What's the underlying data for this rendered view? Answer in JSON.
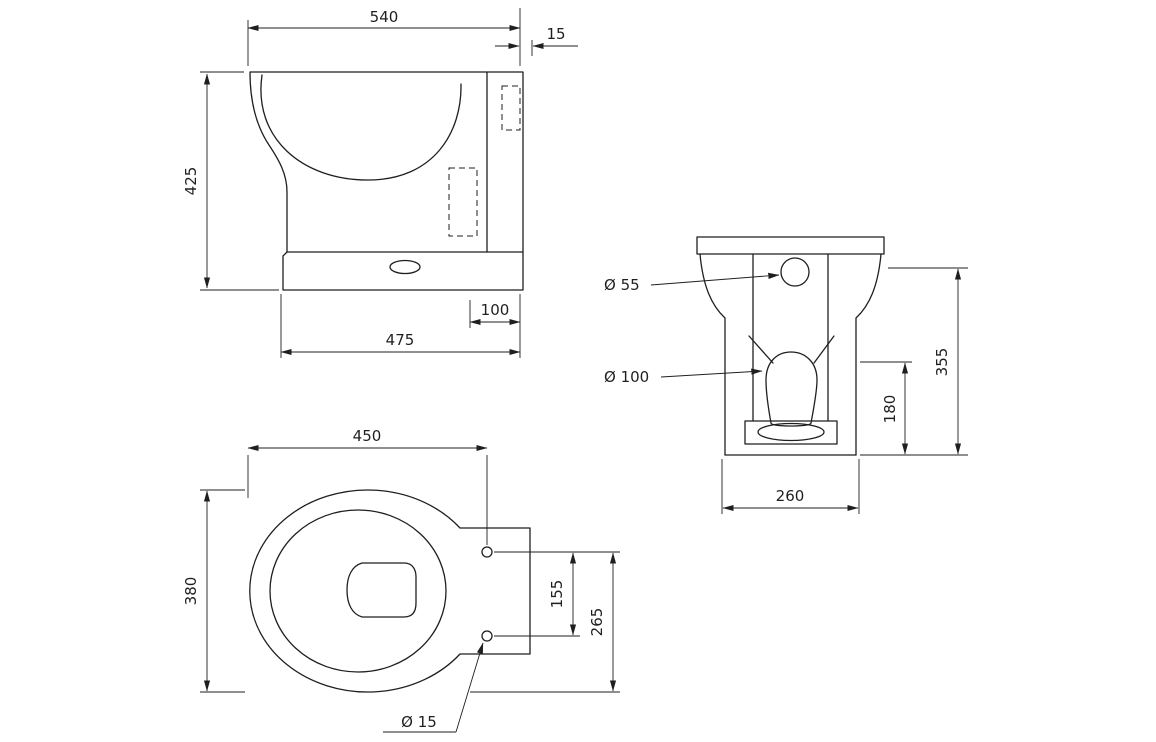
{
  "page": {
    "background": "#ffffff",
    "line_color": "#1f1f1f",
    "drawing_type": "toilet pan dimension drawing"
  },
  "views": {
    "side": {
      "title": "side elevation",
      "dims": {
        "overall_depth": "540",
        "back_offset": "15",
        "overall_height": "425",
        "base_depth": "475",
        "outlet_setback": "100"
      }
    },
    "rear": {
      "title": "rear elevation",
      "labels": {
        "inlet_diameter": "Ø 55",
        "outlet_diameter": "Ø 100"
      },
      "dims": {
        "overall_height": "355",
        "outlet_height": "180",
        "base_width": "260"
      }
    },
    "plan": {
      "title": "plan view",
      "dims": {
        "depth": "450",
        "width": "380",
        "hinge_hole_spacing": "155",
        "hinge_hole_to_front": "265"
      },
      "labels": {
        "fixing_hole_diameter": "Ø 15"
      }
    }
  }
}
